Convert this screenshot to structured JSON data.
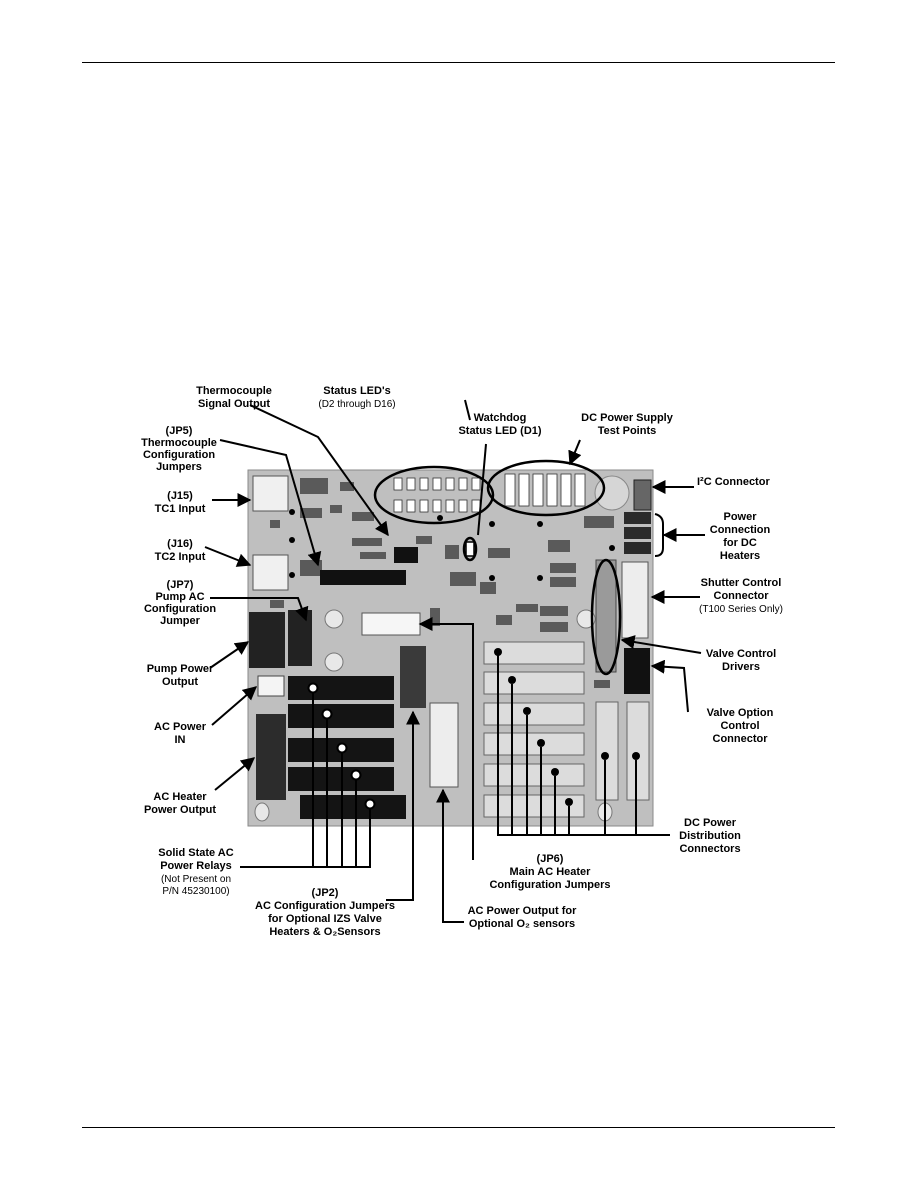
{
  "labels": {
    "thermocouple_signal": [
      "Thermocouple",
      "Signal Output"
    ],
    "status_leds": [
      "Status LED's",
      "(D2 through D16)"
    ],
    "watchdog": [
      "Watchdog",
      "Status LED (D1)"
    ],
    "dc_test_points": [
      "DC Power Supply",
      "Test Points"
    ],
    "jp5": [
      "(JP5)",
      "Thermocouple",
      "Configuration",
      "Jumpers"
    ],
    "i2c": "I²C Connector",
    "j15": [
      "(J15)",
      "TC1 Input"
    ],
    "power_dc_heaters": [
      "Power",
      "Connection",
      "for DC",
      "Heaters"
    ],
    "j16": [
      "(J16)",
      "TC2 Input"
    ],
    "jp7": [
      "(JP7)",
      "Pump AC",
      "Configuration",
      "Jumper"
    ],
    "shutter": [
      "Shutter Control",
      "Connector",
      "(T100 Series Only)"
    ],
    "valve_drivers": [
      "Valve Control",
      "Drivers"
    ],
    "pump_power": [
      "Pump Power",
      "Output"
    ],
    "ac_power_in": [
      "AC Power",
      "IN"
    ],
    "valve_option": [
      "Valve Option",
      "Control",
      "Connector"
    ],
    "ac_heater": [
      "AC Heater",
      "Power Output"
    ],
    "dc_distribution": [
      "DC Power",
      "Distribution",
      "Connectors"
    ],
    "ssr": [
      "Solid State AC",
      "Power Relays",
      "(Not Present on",
      "P/N 45230100)"
    ],
    "jp6": [
      "(JP6)",
      "Main AC Heater",
      "Configuration Jumpers"
    ],
    "jp2": [
      "(JP2)",
      "AC Configuration Jumpers",
      "for Optional  IZS Valve",
      "Heaters & O₂Sensors"
    ],
    "o2_output": [
      "AC Power Output for",
      "Optional  O₂ sensors"
    ]
  }
}
